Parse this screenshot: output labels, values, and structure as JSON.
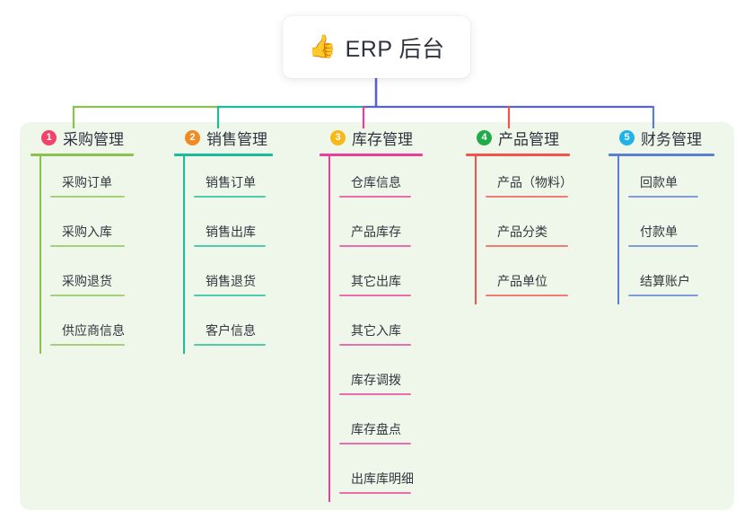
{
  "root": {
    "icon": "thumbs-up-icon",
    "icon_glyph": "👍",
    "title": "ERP 后台"
  },
  "panel": {
    "background_color": "#eef7e9"
  },
  "connector_colors": {
    "trunk": "#5b63c4",
    "bar_left": "#8cc152",
    "bar_mid": "#1abc9c",
    "bar_right": "#5b63c4"
  },
  "columns": [
    {
      "number": "1",
      "title": "采购管理",
      "badge_color": "#f2436b",
      "line_color": "#8cc152",
      "drop_color": "#8cc152",
      "items": [
        {
          "label": "采购订单"
        },
        {
          "label": "采购入库"
        },
        {
          "label": "采购退货"
        },
        {
          "label": "供应商信息"
        }
      ]
    },
    {
      "number": "2",
      "title": "销售管理",
      "badge_color": "#f08a24",
      "line_color": "#1abc9c",
      "drop_color": "#1abc9c",
      "items": [
        {
          "label": "销售订单"
        },
        {
          "label": "销售出库"
        },
        {
          "label": "销售退货"
        },
        {
          "label": "客户信息"
        }
      ]
    },
    {
      "number": "3",
      "title": "库存管理",
      "badge_color": "#f5b919",
      "line_color": "#e8409a",
      "drop_color": "#e8409a",
      "items": [
        {
          "label": "仓库信息"
        },
        {
          "label": "产品库存"
        },
        {
          "label": "其它出库"
        },
        {
          "label": "其它入库"
        },
        {
          "label": "库存调拨"
        },
        {
          "label": "库存盘点"
        },
        {
          "label": "出库库明细"
        }
      ]
    },
    {
      "number": "4",
      "title": "产品管理",
      "badge_color": "#22ab4b",
      "line_color": "#f2534d",
      "drop_color": "#f2534d",
      "items": [
        {
          "label": "产品（物料）"
        },
        {
          "label": "产品分类"
        },
        {
          "label": "产品单位"
        }
      ]
    },
    {
      "number": "5",
      "title": "财务管理",
      "badge_color": "#21b3e8",
      "line_color": "#5b7fd4",
      "drop_color": "#5b7fd4",
      "items": [
        {
          "label": "回款单"
        },
        {
          "label": "付款单"
        },
        {
          "label": "结算账户"
        }
      ]
    }
  ]
}
